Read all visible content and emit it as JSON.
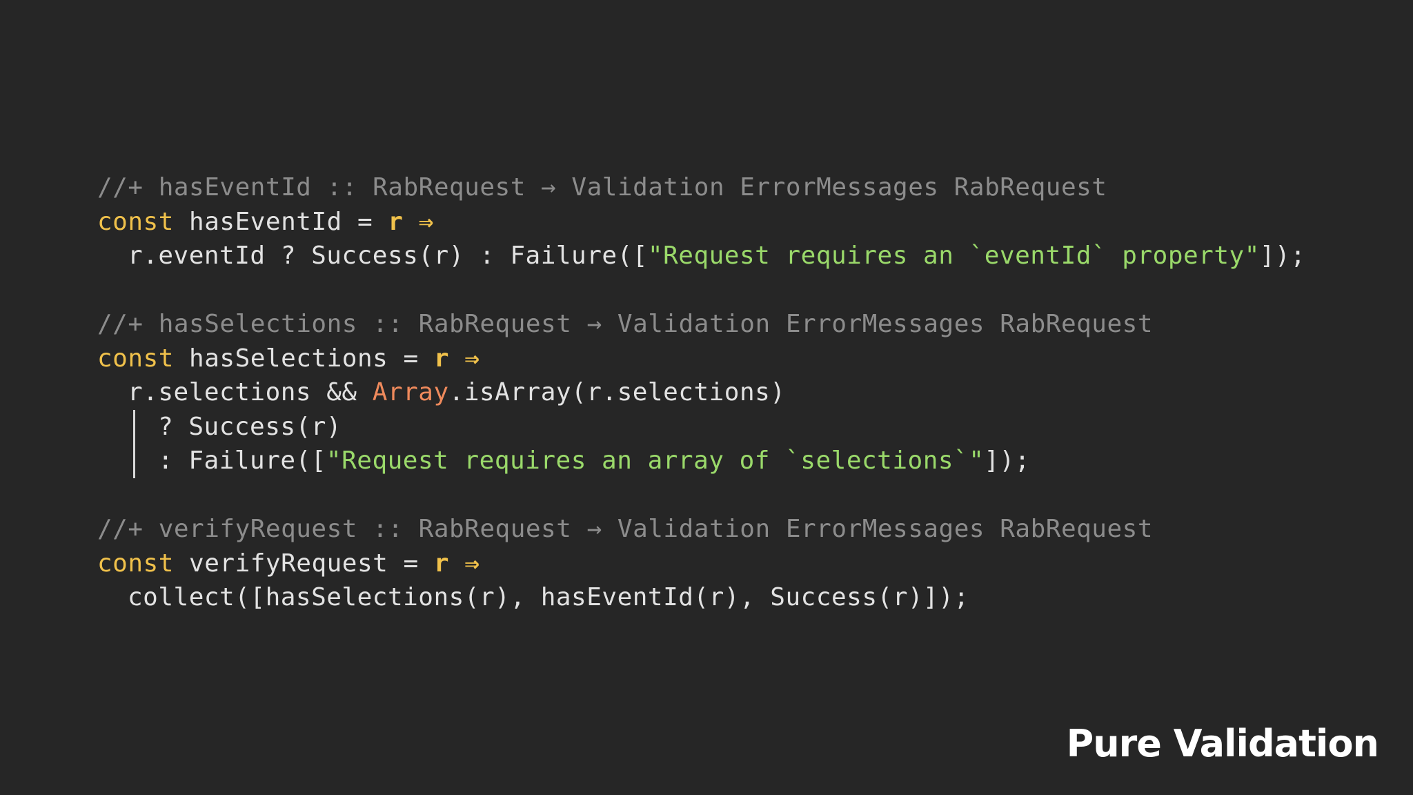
{
  "slide": {
    "title": "Pure Validation",
    "colors": {
      "background": "#262626",
      "comment": "#8c8c8c",
      "keyword": "#f0c14b",
      "string": "#9ad96a",
      "builtin": "#ef8a5c",
      "text": "#e2e2e2"
    }
  },
  "code": {
    "block1": {
      "comment": "//+ hasEventId :: RabRequest → Validation ErrorMessages RabRequest",
      "kw": "const",
      "name": " hasEventId = ",
      "param": "r",
      "arrow": " ⇒",
      "body_pre": "r.eventId ? Success(r) : Failure([",
      "body_str": "\"Request requires an `eventId` property\"",
      "body_post": "]);"
    },
    "block2": {
      "comment": "//+ hasSelections :: RabRequest → Validation ErrorMessages RabRequest",
      "kw": "const",
      "name": " hasSelections = ",
      "param": "r",
      "arrow": " ⇒",
      "cond_pre": "r.selections && ",
      "cond_builtin": "Array",
      "cond_post": ".isArray(r.selections)",
      "then_line": "? Success(r)",
      "else_pre": ": Failure([",
      "else_str": "\"Request requires an array of `selections`\"",
      "else_post": "]);"
    },
    "block3": {
      "comment": "//+ verifyRequest :: RabRequest → Validation ErrorMessages RabRequest",
      "kw": "const",
      "name": " verifyRequest = ",
      "param": "r",
      "arrow": " ⇒",
      "body": "collect([hasSelections(r), hasEventId(r), Success(r)]);"
    }
  }
}
